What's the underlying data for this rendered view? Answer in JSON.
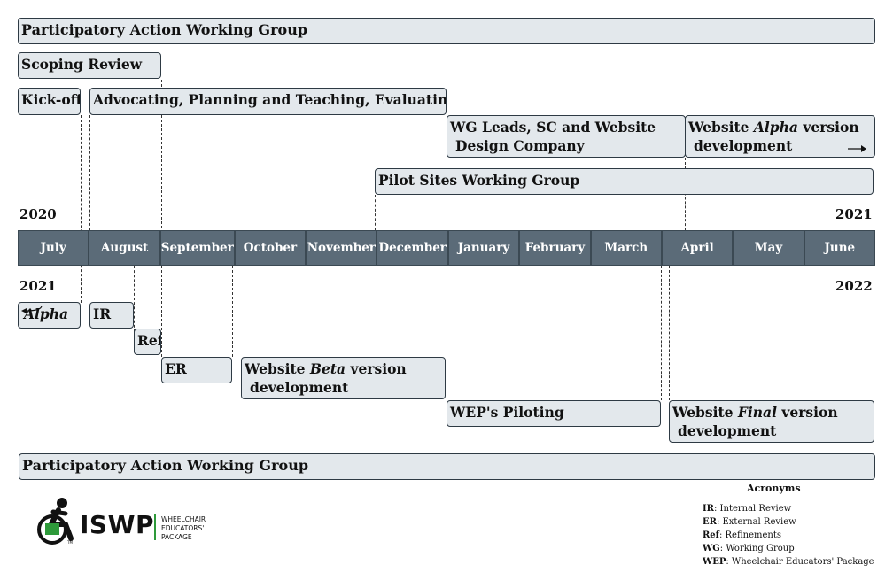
{
  "bars_top": {
    "pawg": "Participatory Action Working Group",
    "scoping": "Scoping Review",
    "kickoff": "Kick-off",
    "advocating": "Advocating, Planning and Teaching, Evaluating",
    "wg_leads_l1": "WG Leads, SC and Website",
    "wg_leads_l2": "Design Company",
    "alpha_l1_a": "Website ",
    "alpha_l1_b": "Alpha",
    "alpha_l1_c": " version",
    "alpha_l2": "development",
    "pilot": "Pilot Sites Working Group"
  },
  "years": {
    "start_left": "2020",
    "start_right": "2021",
    "end_left": "2021",
    "end_right": "2022"
  },
  "months": [
    "July",
    "August",
    "September",
    "October",
    "November",
    "December",
    "January",
    "February",
    "March",
    "April",
    "May",
    "June"
  ],
  "bars_bottom": {
    "alpha": "Alpha",
    "ir": "IR",
    "ref": "Ref",
    "er": "ER",
    "beta_l1_a": "Website ",
    "beta_l1_b": "Beta",
    "beta_l1_c": " version",
    "beta_l2": "development",
    "wep": "WEP's Piloting",
    "final_l1_a": "Website ",
    "final_l1_b": "Final",
    "final_l1_c": " version",
    "final_l2": "development",
    "pawg": "Participatory Action Working Group"
  },
  "acronyms": {
    "title": "Acronyms",
    "items": [
      {
        "abbr": "IR",
        "text": ": Internal Review"
      },
      {
        "abbr": "ER",
        "text": ": External Review"
      },
      {
        "abbr": "Ref",
        "text": ": Refinements"
      },
      {
        "abbr": "WG",
        "text": ": Working Group"
      },
      {
        "abbr": "WEP",
        "text": ": Wheelchair Educators' Package"
      }
    ]
  },
  "logo": {
    "name": "ISWP",
    "tag1": "WHEELCHAIR",
    "tag2": "EDUCATORS'",
    "tag3": "PACKAGE",
    "tm": "TM"
  },
  "colors": {
    "bar_fill": "#e3e8ec",
    "month_fill": "#5b6b78",
    "logo_green": "#2e9a3a"
  }
}
